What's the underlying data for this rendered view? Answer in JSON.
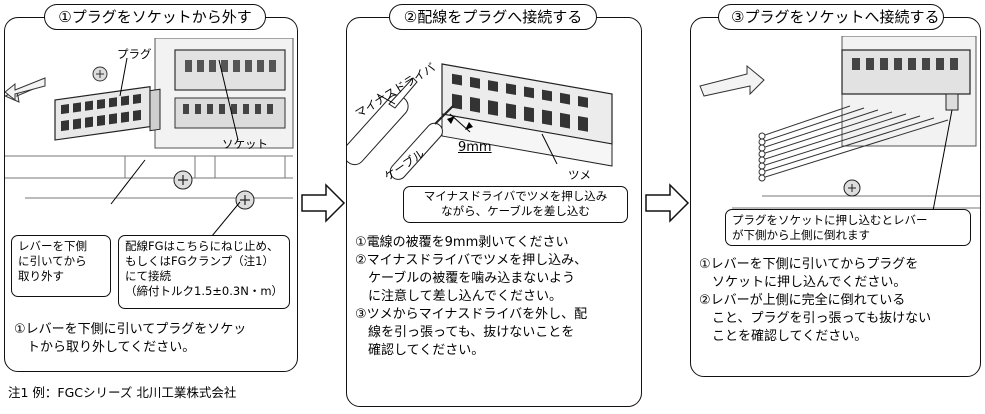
{
  "panels": [
    {
      "title": "①プラグをソケットから外す",
      "labels": {
        "plug": "プラグ",
        "socket": "ソケット"
      },
      "callout_lever": [
        "レバーを下側",
        "に引いてから",
        "取り外す"
      ],
      "callout_fg": [
        "配線FGはこちらにねじ止め、",
        "もしくはFGクランプ（注1）",
        "にて接続",
        "（締付トルク1.5±0.3N・m）"
      ],
      "instructions": [
        "①レバーを下側に引いてプラグをソケッ",
        "　トから取り外してください。"
      ]
    },
    {
      "title": "②配線をプラグへ接続する",
      "labels": {
        "driver": "マイナスドライバ",
        "cable": "ケーブル",
        "strip": "9mm",
        "claw": "ツメ"
      },
      "callout": [
        "マイナスドライバでツメを押し込み",
        "ながら、ケーブルを差し込む"
      ],
      "instructions": [
        "①電線の被覆を9mm剥いてください",
        "②マイナスドライバでツメを押し込み、",
        "　ケーブルの被覆を噛み込まないよう",
        "　に注意して差し込んでください。",
        "③ツメからマイナスドライバを外し、配",
        "　線を引っ張っても、抜けないことを",
        "　確認してください。"
      ]
    },
    {
      "title": "③プラグをソケットへ接続する",
      "callout": [
        "プラグをソケットに押し込むとレバー",
        "が下側から上側に倒れます"
      ],
      "instructions": [
        "①レバーを下側に引いてからプラグを",
        "　ソケットに押し込んでください。",
        "②レバーが上側に完全に倒れている",
        "　こと、プラグを引っ張っても抜けない",
        "　ことを確認してください。"
      ]
    }
  ],
  "footnote": "注1 例：FGCシリーズ 北川工業株式会社"
}
